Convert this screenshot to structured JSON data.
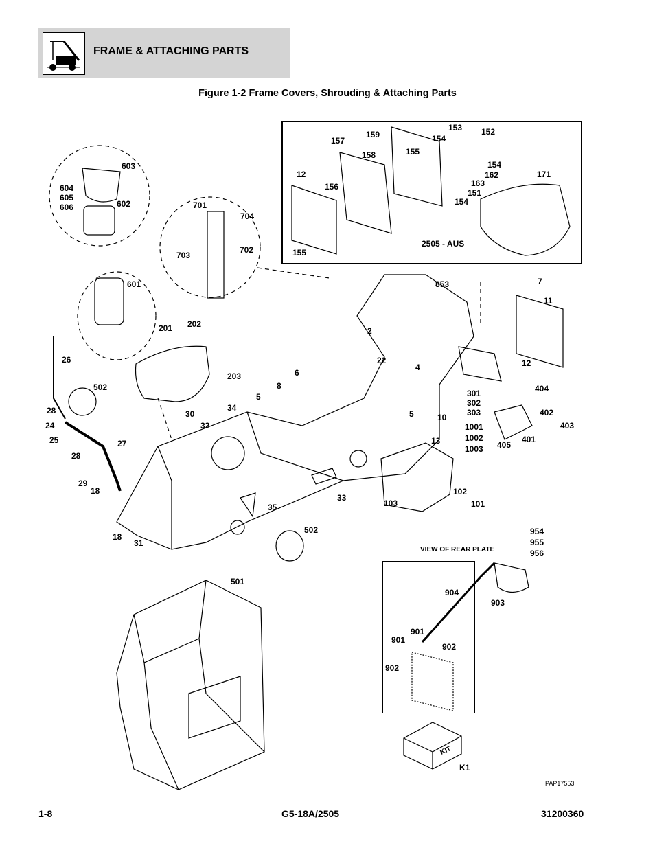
{
  "header": {
    "section_title": "FRAME & ATTACHING PARTS",
    "icon": "telehandler-icon"
  },
  "figure": {
    "title": "Figure 1-2 Frame Covers, Shrouding & Attaching Parts",
    "inset_top_caption": "2505 - AUS",
    "inset_bottom_caption": "VIEW OF REAR PLATE",
    "kit_label": "KIT",
    "image_code": "PAP17553",
    "callouts": [
      "153",
      "152",
      "159",
      "154",
      "157",
      "155",
      "158",
      "154",
      "162",
      "163",
      "151",
      "154",
      "12",
      "156",
      "171",
      "155",
      "603",
      "604",
      "605",
      "606",
      "602",
      "701",
      "704",
      "702",
      "703",
      "601",
      "853",
      "7",
      "11",
      "2",
      "201",
      "202",
      "203",
      "26",
      "12",
      "22",
      "4",
      "6",
      "8",
      "5",
      "502",
      "301",
      "302",
      "303",
      "28",
      "24",
      "34",
      "30",
      "32",
      "5",
      "10",
      "25",
      "28",
      "27",
      "13",
      "1001",
      "1002",
      "1003",
      "404",
      "402",
      "403",
      "405",
      "401",
      "29",
      "18",
      "33",
      "35",
      "103",
      "102",
      "101",
      "18",
      "31",
      "502",
      "954",
      "955",
      "956",
      "501",
      "904",
      "903",
      "901",
      "901",
      "902",
      "902",
      "K1"
    ]
  },
  "footer": {
    "page": "1-8",
    "model": "G5-18A/2505",
    "doc_number": "31200360"
  }
}
